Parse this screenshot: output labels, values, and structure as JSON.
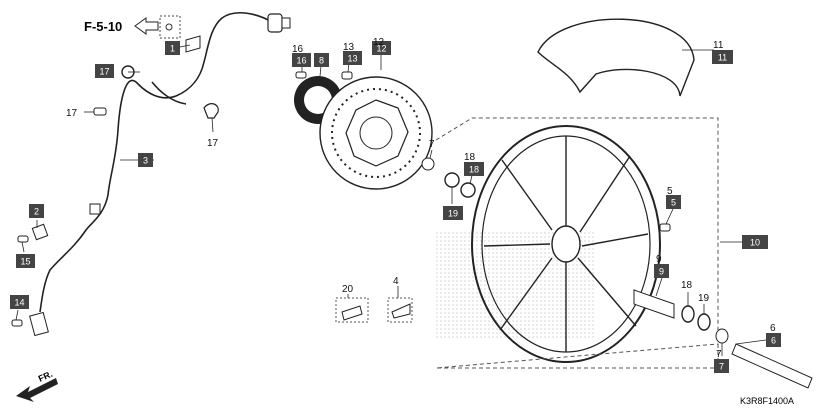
{
  "diagram": {
    "reference": "F-5-10",
    "direction_label": "FR.",
    "drawing_code": "K3R8F1400A",
    "parts": {
      "p1": "1",
      "p2": "2",
      "p3": "3",
      "p4": "4",
      "p5": "5",
      "p6": "6",
      "p7": "7",
      "p8": "8",
      "p9": "9",
      "p10": "10",
      "p11": "11",
      "p12": "12",
      "p13": "13",
      "p14": "14",
      "p15": "15",
      "p16": "16",
      "p17": "17",
      "p18": "18",
      "p19": "19",
      "p20": "20"
    }
  }
}
